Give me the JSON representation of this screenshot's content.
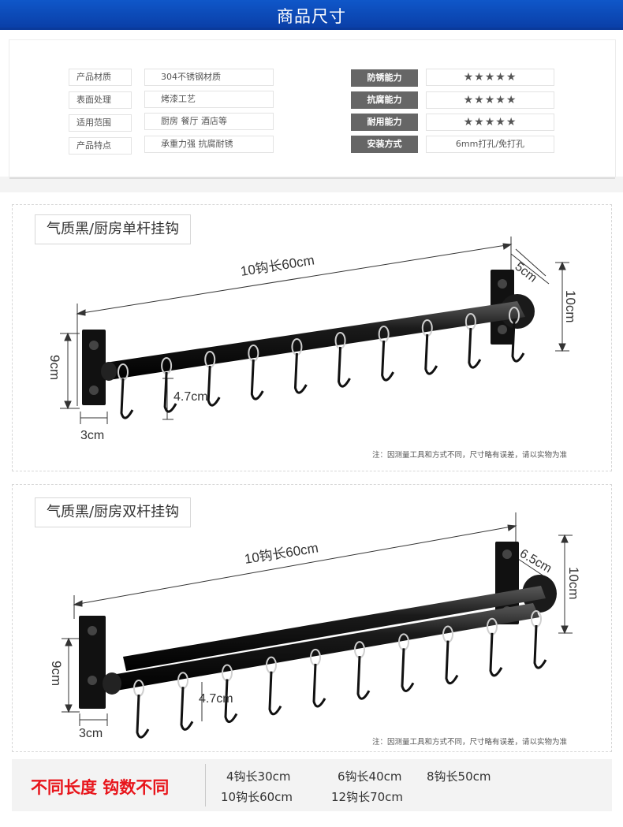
{
  "header": {
    "title": "商品尺寸"
  },
  "specs": {
    "left": [
      {
        "label": "产品材质",
        "value": "304不锈钢材质"
      },
      {
        "label": "表面处理",
        "value": "烤漆工艺"
      },
      {
        "label": "适用范围",
        "value": "厨房 餐厅 酒店等"
      },
      {
        "label": "产品特点",
        "value": "承重力强 抗腐耐锈"
      }
    ],
    "right": [
      {
        "label": "防锈能力",
        "value": "★★★★★"
      },
      {
        "label": "抗腐能力",
        "value": "★★★★★"
      },
      {
        "label": "耐用能力",
        "value": "★★★★★"
      },
      {
        "label": "安装方式",
        "value": "6mm打孔/免打孔"
      }
    ]
  },
  "product_single": {
    "title": "气质黑/厨房单杆挂钩",
    "dim_length": "10钩长60cm",
    "dim_depth": "5cm",
    "dim_height_right": "10cm",
    "dim_height_left": "9cm",
    "dim_spacing": "4.7cm",
    "dim_plate": "3cm",
    "note": "注：因测量工具和方式不同，尺寸略有误差，请以实物为准"
  },
  "product_double": {
    "title": "气质黑/厨房双杆挂钩",
    "dim_length": "10钩长60cm",
    "dim_depth": "6.5cm",
    "dim_height_right": "10cm",
    "dim_height_left": "9cm",
    "dim_spacing": "4.7cm",
    "dim_plate": "3cm",
    "note": "注：因测量工具和方式不同，尺寸略有误差，请以实物为准"
  },
  "lengths": {
    "title": "不同长度 钩数不同",
    "items": [
      "4钩长30cm",
      "6钩长40cm",
      "8钩长50cm",
      "10钩长60cm",
      "12钩长70cm"
    ]
  },
  "colors": {
    "header_blue": "#0a44b0",
    "accent_red": "#e8151b",
    "tag_gray": "#666666",
    "product_black": "#111111"
  }
}
